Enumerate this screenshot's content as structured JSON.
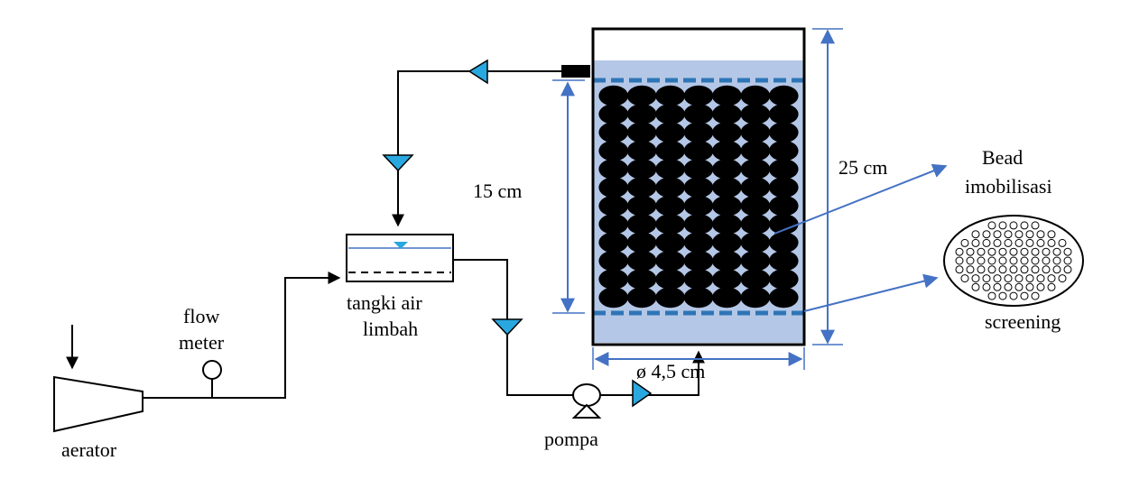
{
  "labels": {
    "aerator": "aerator",
    "flow_meter_line1": "flow",
    "flow_meter_line2": "meter",
    "tank_line1": "tangki air",
    "tank_line2": "limbah",
    "pump": "pompa",
    "height_bed": "15 cm",
    "height_column": "25 cm",
    "diameter": "ø 4,5 cm",
    "bead_line1": "Bead",
    "bead_line2": "imobilisasi",
    "screening": "screening"
  },
  "colors": {
    "line": "#000000",
    "dimension": "#4472c4",
    "water": "#b4c7e7",
    "flow_arrow": "#29a8e0",
    "bead": "#000000",
    "screen_dash": "#2e75b6"
  },
  "bead_grid": {
    "rows": 12,
    "cols": 7
  },
  "screen_disc": {
    "rows": 9
  }
}
